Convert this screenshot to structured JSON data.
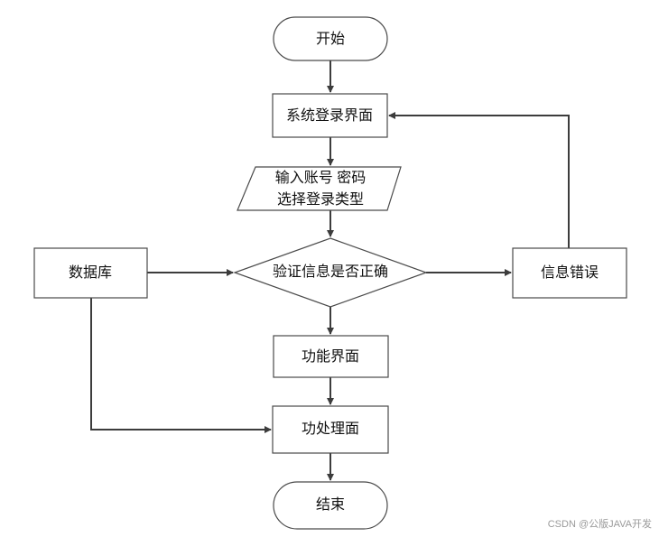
{
  "flowchart": {
    "nodes": {
      "start": {
        "label": "开始"
      },
      "login": {
        "label": "系统登录界面"
      },
      "input": {
        "line1": "输入账号 密码",
        "line2": "选择登录类型"
      },
      "database": {
        "label": "数据库"
      },
      "verify": {
        "label": "验证信息是否正确"
      },
      "error": {
        "label": "信息错误"
      },
      "function": {
        "label": "功能界面"
      },
      "process": {
        "label": "功处理面"
      },
      "end": {
        "label": "结束"
      }
    },
    "edges": [
      {
        "from": "start",
        "to": "login"
      },
      {
        "from": "login",
        "to": "input"
      },
      {
        "from": "input",
        "to": "verify"
      },
      {
        "from": "database",
        "to": "verify"
      },
      {
        "from": "verify",
        "to": "error"
      },
      {
        "from": "error",
        "to": "login"
      },
      {
        "from": "verify",
        "to": "function"
      },
      {
        "from": "function",
        "to": "process"
      },
      {
        "from": "database",
        "to": "process"
      },
      {
        "from": "process",
        "to": "end"
      }
    ]
  },
  "watermark": {
    "text": "CSDN @公版JAVA开发"
  }
}
